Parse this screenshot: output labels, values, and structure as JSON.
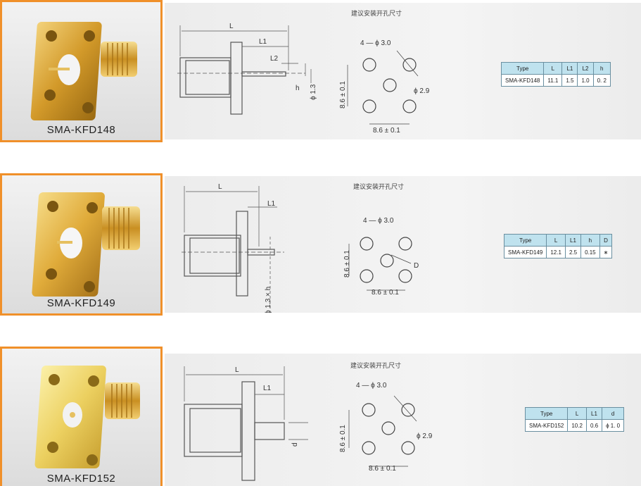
{
  "products": [
    {
      "name": "SMA-KFD148",
      "note": "建议安装开孔尺寸",
      "dims": {
        "L": "L",
        "L1": "L1",
        "L2": "L2",
        "h": "h",
        "pin": "ϕ 1.3",
        "holes": "4 — ϕ 3.0",
        "center": "ϕ 2.9",
        "vert": "8.6 ± 0.1",
        "horiz": "8.6 ± 0.1"
      },
      "table": {
        "headers": [
          "Type",
          "L",
          "L1",
          "L2",
          "h"
        ],
        "row": [
          "SMA-KFD148",
          "11.1",
          "1.5",
          "1.0",
          "0. 2"
        ]
      }
    },
    {
      "name": "SMA-KFD149",
      "note": "建议安装开孔尺寸",
      "dims": {
        "L": "L",
        "L1": "L1",
        "h": "ϕ 1.3 × h",
        "holes": "4 — ϕ 3.0",
        "center": "D",
        "vert": "8.6 ± 0.1",
        "horiz": "8.6 ± 0.1"
      },
      "table": {
        "headers": [
          "Type",
          "L",
          "L1",
          "h",
          "D"
        ],
        "row": [
          "SMA-KFD149",
          "12.1",
          "2.5",
          "0.15",
          "∗"
        ]
      }
    },
    {
      "name": "SMA-KFD152",
      "note": "建议安装开孔尺寸",
      "dims": {
        "L": "L",
        "L1": "L1",
        "d": "d",
        "holes": "4 — ϕ 3.0",
        "center": "ϕ 2.9",
        "vert": "8.6 ± 0.1",
        "horiz": "8.6 ± 0.1"
      },
      "table": {
        "headers": [
          "Type",
          "L",
          "L1",
          "d"
        ],
        "row": [
          "SMA-KFD152",
          "10.2",
          "0.6",
          "ϕ 1. 0"
        ]
      }
    }
  ],
  "colors": {
    "border": "#f0902a",
    "gold": "#d9a83a",
    "table_header": "#bfe2ee"
  }
}
